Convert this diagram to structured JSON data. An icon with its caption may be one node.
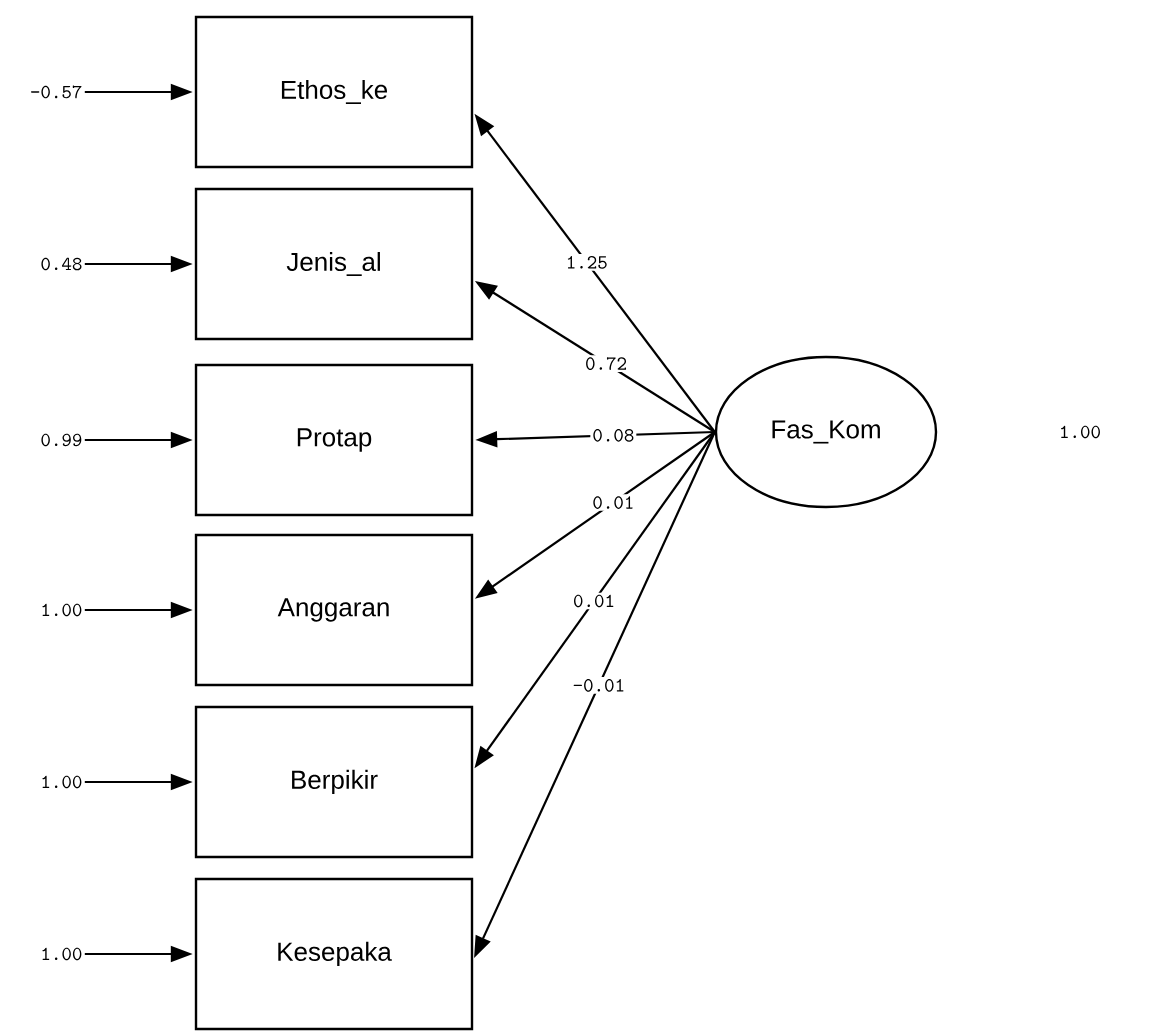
{
  "diagram": {
    "nodes": [
      {
        "text": [
          "Ethos_ke"
        ]
      },
      {
        "text": [
          "Jenis_al"
        ]
      },
      {
        "text": [
          "Protap"
        ]
      },
      {
        "text": [
          "Anggaran"
        ]
      },
      {
        "text": [
          "Berpikir"
        ]
      },
      {
        "text": [
          "Kesepaka"
        ]
      },
      {
        "text": [
          "Fas_Kom"
        ]
      }
    ],
    "labels": [
      "1.00"
    ],
    "edges": [
      {
        "from": 6,
        "to": 0,
        "arrow": "to",
        "label": "1.25"
      },
      {
        "from": 6,
        "to": 1,
        "arrow": "to",
        "label": "0.72"
      },
      {
        "from": 6,
        "to": 2,
        "arrow": "to",
        "label": "0.08"
      },
      {
        "from": 6,
        "to": 3,
        "arrow": "to",
        "label": "0.01"
      },
      {
        "from": 6,
        "to": 4,
        "arrow": "to",
        "label": "0.01"
      },
      {
        "from": 6,
        "to": 5,
        "arrow": "to",
        "label": "-0.01"
      },
      {
        "from": null,
        "to": 0,
        "arrow": "to",
        "label": "-0.57"
      },
      {
        "from": null,
        "to": 1,
        "arrow": "to",
        "label": "0.48"
      },
      {
        "from": null,
        "to": 2,
        "arrow": "to",
        "label": "0.99"
      },
      {
        "from": null,
        "to": 3,
        "arrow": "to",
        "label": "1.00"
      },
      {
        "from": null,
        "to": 4,
        "arrow": "to",
        "label": "1.00"
      },
      {
        "from": null,
        "to": 5,
        "arrow": "to",
        "label": "1.00"
      }
    ]
  }
}
